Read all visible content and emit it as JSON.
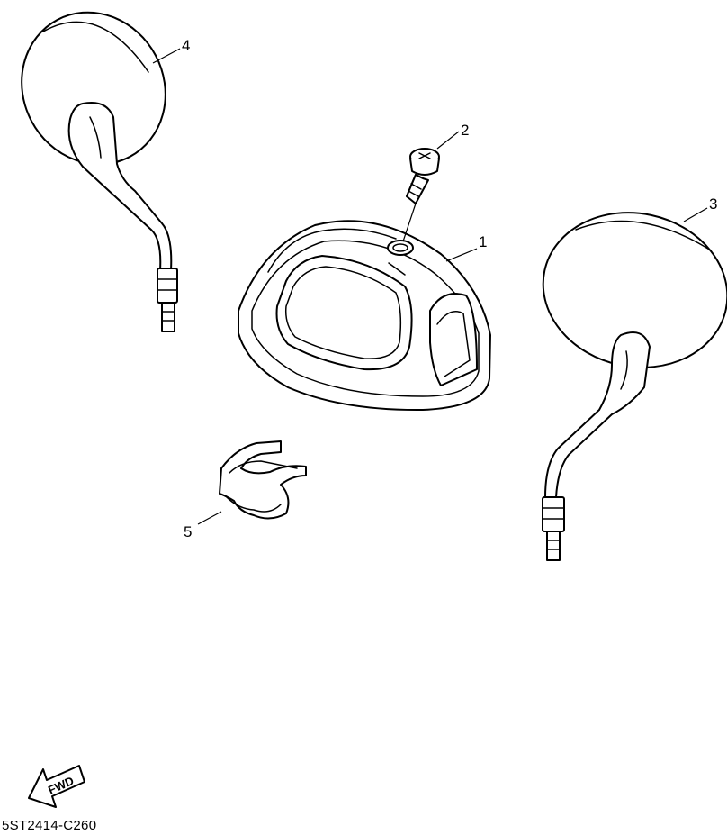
{
  "diagram": {
    "callouts": [
      "1",
      "2",
      "3",
      "4",
      "5"
    ],
    "fwd_label": "FWD",
    "code": "5ST2414-C260"
  },
  "icons": {
    "direction_arrow": "fwd-arrow-icon"
  }
}
